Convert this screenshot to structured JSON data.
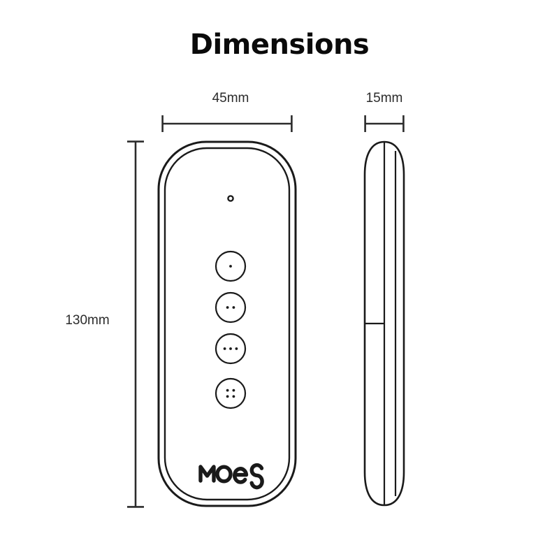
{
  "title": "Dimensions",
  "colors": {
    "background": "#ffffff",
    "title_text": "#0a0a0a",
    "label_text": "#2b2b2b",
    "outline": "#1a1a1a",
    "dimension_line": "#2b2b2b"
  },
  "dimensions": {
    "front_width": "45mm",
    "side_width": "15mm",
    "height": "130mm"
  },
  "product": {
    "brand": "MOES",
    "front_view": {
      "led_indicator": "led-indicator",
      "buttons": [
        {
          "name": "scene-button-1",
          "dots": 1
        },
        {
          "name": "scene-button-2",
          "dots": 2
        },
        {
          "name": "scene-button-3",
          "dots": 3
        },
        {
          "name": "scene-button-4",
          "dots": 4
        }
      ]
    },
    "side_view": {
      "seam_lines": 2,
      "battery_line": 1
    }
  }
}
